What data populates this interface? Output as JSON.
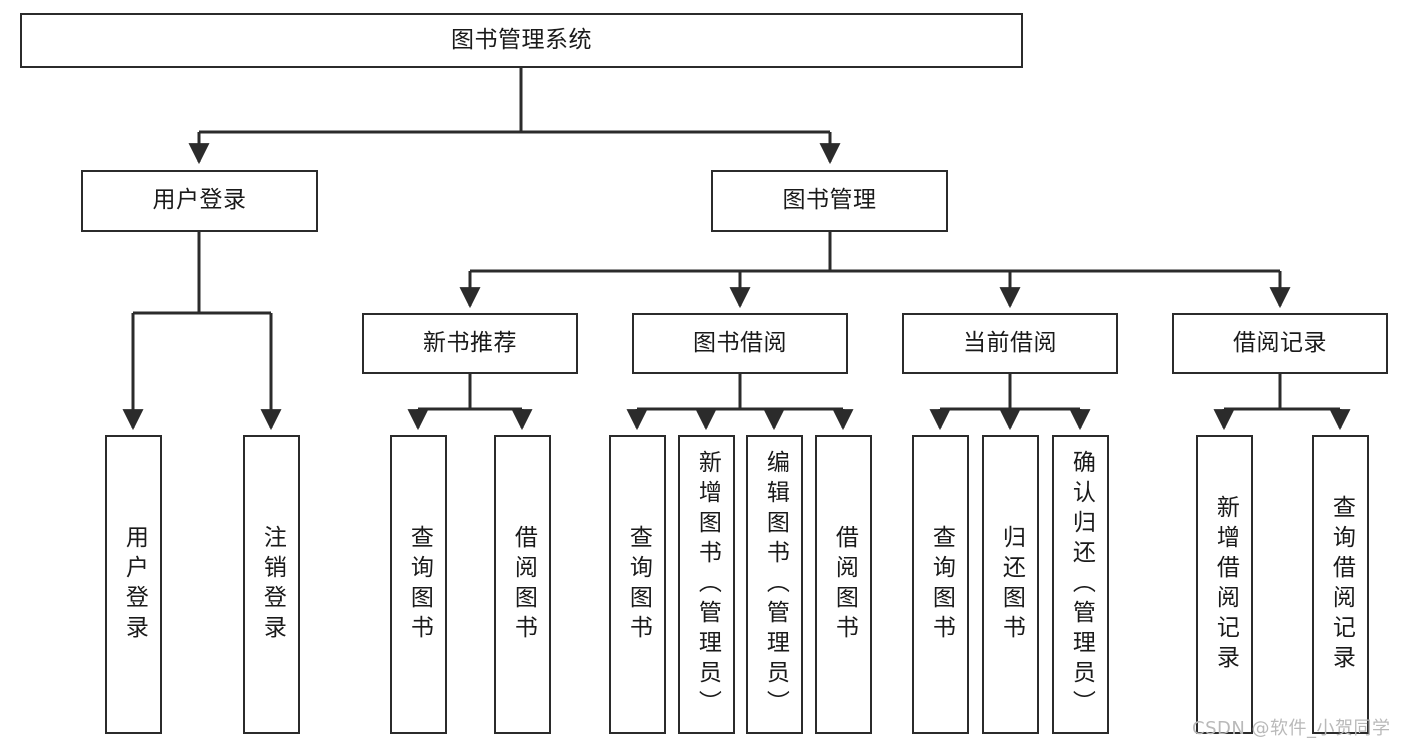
{
  "diagram": {
    "title": "图书管理系统",
    "type": "tree-hierarchy",
    "theme": {
      "background": "#ffffff",
      "box_border": "#2b2b2b",
      "box_fill": "#ffffff",
      "edge_color": "#2b2b2b",
      "text_color": "#1a1a1a",
      "watermark_color": "#b9b9b9"
    },
    "root": {
      "label": "图书管理系统"
    },
    "level2": [
      {
        "label": "用户登录"
      },
      {
        "label": "图书管理"
      }
    ],
    "level3": [
      {
        "label": "新书推荐"
      },
      {
        "label": "图书借阅"
      },
      {
        "label": "当前借阅"
      },
      {
        "label": "借阅记录"
      }
    ],
    "leaves": [
      {
        "label": "用户登录",
        "parent": "用户登录"
      },
      {
        "label": "注销登录",
        "parent": "用户登录"
      },
      {
        "label": "查询图书",
        "parent": "新书推荐"
      },
      {
        "label": "借阅图书",
        "parent": "新书推荐"
      },
      {
        "label": "查询图书",
        "parent": "图书借阅"
      },
      {
        "label": "新增图书（管理员）",
        "parent": "图书借阅"
      },
      {
        "label": "编辑图书（管理员）",
        "parent": "图书借阅"
      },
      {
        "label": "借阅图书",
        "parent": "图书借阅"
      },
      {
        "label": "查询图书",
        "parent": "当前借阅"
      },
      {
        "label": "归还图书",
        "parent": "当前借阅"
      },
      {
        "label": "确认归还（管理员）",
        "parent": "当前借阅"
      },
      {
        "label": "新增借阅记录",
        "parent": "借阅记录"
      },
      {
        "label": "查询借阅记录",
        "parent": "借阅记录"
      }
    ],
    "watermark": "CSDN @软件_小贺同学"
  }
}
